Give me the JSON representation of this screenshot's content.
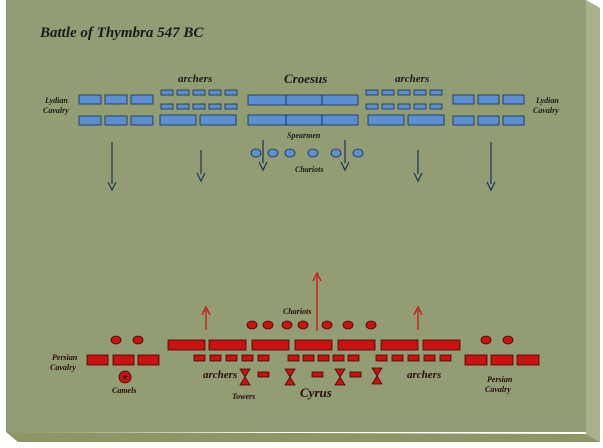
{
  "title": "Battle of Thymbra 547 BC",
  "colors": {
    "board": "#939d74",
    "board_edge_bottom": "#8d9766",
    "board_edge_right": "#a9b08c",
    "lydian_unit": "#5b8fd4",
    "lydian_arrow": "#1f3a5a",
    "persian_unit": "#cc1111",
    "persian_arrow": "#cc1111"
  },
  "lydian": {
    "cavalry_left": {
      "line1": "Lydian",
      "line2": "Cavalry"
    },
    "cavalry_right": {
      "line1": "Lydian",
      "line2": "Cavalry"
    },
    "archers_left": "archers",
    "archers_right": "archers",
    "commander": "Croesus",
    "spearmen": "Spearmen",
    "chariots": "Chariots"
  },
  "persian": {
    "chariots": "Chariots",
    "cavalry_left": {
      "line1": "Persian",
      "line2": "Cavalry"
    },
    "cavalry_right": {
      "line1": "Persian",
      "line2": "Cavalry"
    },
    "camels": "Camels",
    "archers_left": "archers",
    "archers_right": "archers",
    "towers": "Towers",
    "commander": "Cyrus"
  }
}
